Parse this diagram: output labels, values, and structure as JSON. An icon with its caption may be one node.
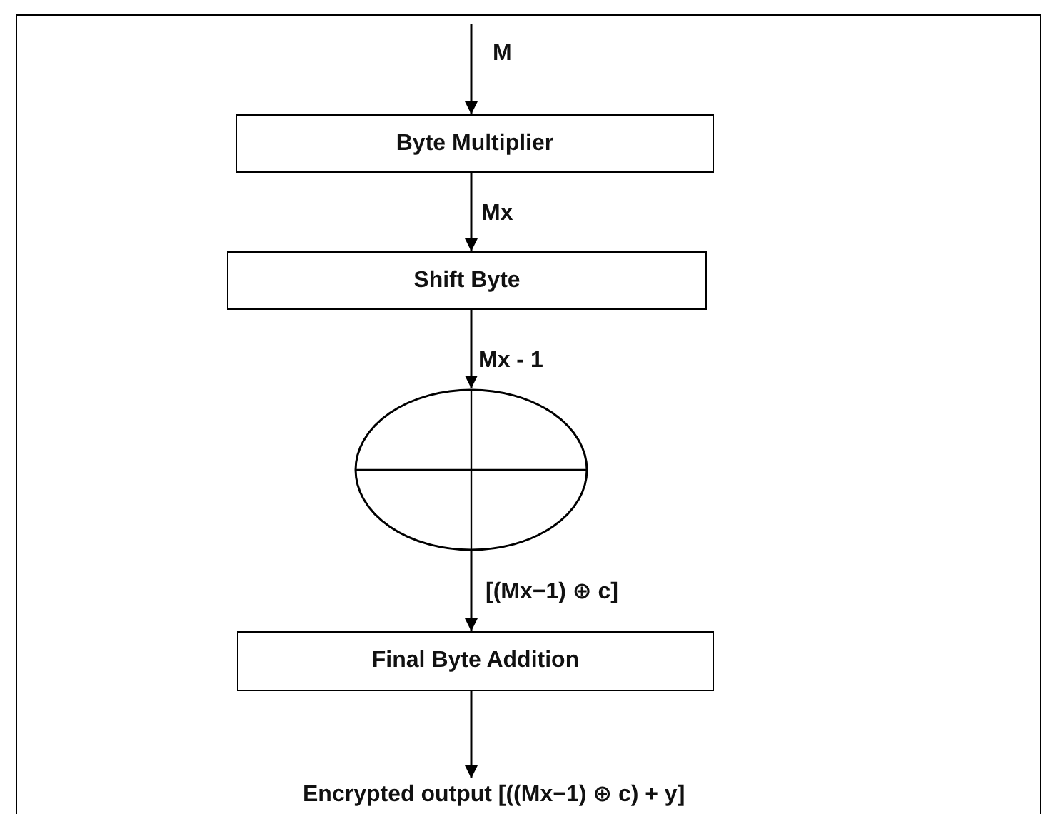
{
  "diagram": {
    "nodes": [
      {
        "text": [
          "Byte Multiplier"
        ]
      },
      {
        "text": [
          "Shift Byte"
        ]
      },
      {
        "text": [],
        "shape": "circle"
      },
      {
        "text": [
          "Final Byte Addition"
        ]
      },
      {
        "text": [
          "Encrypted output [((Mx−1) ⊕ c) + y]"
        ]
      }
    ],
    "edges": [
      {
        "from": null,
        "to": 0,
        "arrow": "to",
        "label": "M"
      },
      {
        "from": 0,
        "to": 1,
        "arrow": "to",
        "label": "Mx"
      },
      {
        "from": 1,
        "to": 2,
        "arrow": "to",
        "label": "Mx - 1"
      },
      {
        "from": 2,
        "to": 3,
        "arrow": "to",
        "label": "[(Mx−1) ⊕ c]"
      },
      {
        "from": 3,
        "to": 4,
        "arrow": "to"
      }
    ]
  }
}
